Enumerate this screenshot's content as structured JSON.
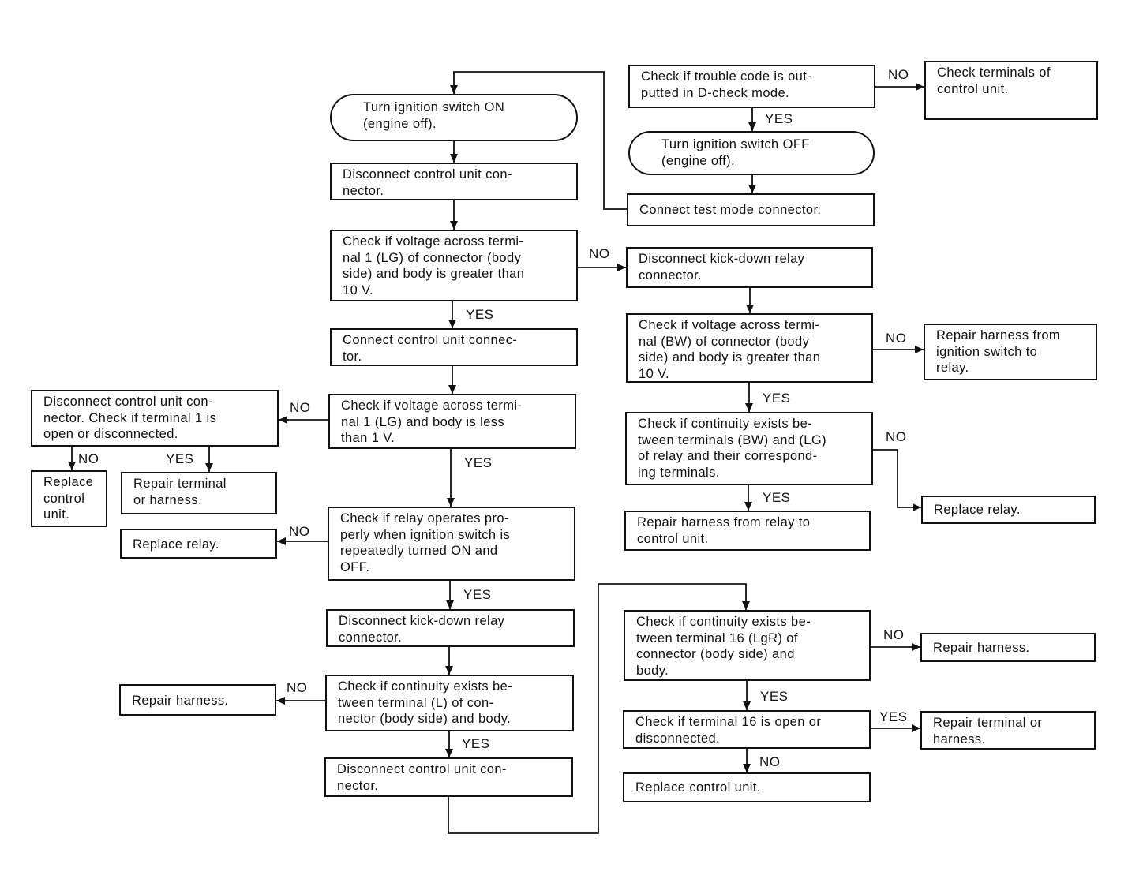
{
  "nodes": {
    "n_ign_on": "Turn ignition switch ON\n(engine off).",
    "n_disc1": "Disconnect control unit con-\nnector.",
    "n_volt10": "Check if voltage across termi-\nnal 1 (LG) of connector (body\nside) and body is greater than\n10 V.",
    "n_conn": "Connect control unit connec-\ntor.",
    "n_volt1": "Check if voltage across termi-\nnal 1 (LG) and body is less\nthan 1 V.",
    "n_disc_open": "Disconnect control unit con-\nnector.  Check if terminal 1 is\nopen or disconnected.",
    "n_repl_cu1": "Replace\ncontrol\nunit.",
    "n_rep_term1": "Repair terminal\nor harness.",
    "n_relay_op": "Check if relay operates pro-\nperly when ignition switch is\nrepeatedly turned ON and\nOFF.",
    "n_repl_relay1": "Replace relay.",
    "n_disc_kd1": "Disconnect kick-down relay\nconnector.",
    "n_cont_L": "Check if continuity exists be-\ntween terminal (L) of con-\nnector (body side) and body.",
    "n_rep_harn1": "Repair harness.",
    "n_disc2": "Disconnect control unit con-\nnector.",
    "n_trouble": "Check if trouble code is out-\nputted in D-check mode.",
    "n_chk_term": "Check terminals of\ncontrol unit.",
    "n_ign_off": "Turn ignition switch OFF\n(engine off).",
    "n_test_mode": "Connect test mode connector.",
    "n_disc_kd2": "Disconnect kick-down relay\nconnector.",
    "n_volt_bw": "Check if voltage across termi-\nnal (BW) of connector (body\nside) and body is greater than\n10 V.",
    "n_rep_ign": "Repair harness from\nignition switch to\nrelay.",
    "n_cont_bw": "Check if continuity exists be-\ntween terminals (BW) and (LG)\nof relay and their correspond-\ning terminals.",
    "n_repl_relay2": "Replace relay.",
    "n_rep_relay_cu": "Repair harness from relay to\ncontrol unit.",
    "n_cont_16": "Check if continuity exists be-\ntween terminal 16 (LgR) of\nconnector (body side) and\nbody.",
    "n_rep_harn2": "Repair harness.",
    "n_term16": "Check if terminal 16 is open or\ndisconnected.",
    "n_rep_term2": "Repair terminal or\nharness.",
    "n_repl_cu2": "Replace control unit."
  },
  "labels": {
    "l_trouble_no": "NO",
    "l_trouble_yes": "YES",
    "l_volt10_no": "NO",
    "l_volt10_yes": "YES",
    "l_voltbw_no": "NO",
    "l_voltbw_yes": "YES",
    "l_contbw_no": "NO",
    "l_contbw_yes": "YES",
    "l_volt1_no": "NO",
    "l_volt1_yes": "YES",
    "l_open_no": "NO",
    "l_open_yes": "YES",
    "l_relay_no": "NO",
    "l_relay_yes": "YES",
    "l_contL_no": "NO",
    "l_contL_yes": "YES",
    "l_cont16_no": "NO",
    "l_cont16_yes": "YES",
    "l_term16_yes": "YES",
    "l_term16_no": "NO"
  }
}
